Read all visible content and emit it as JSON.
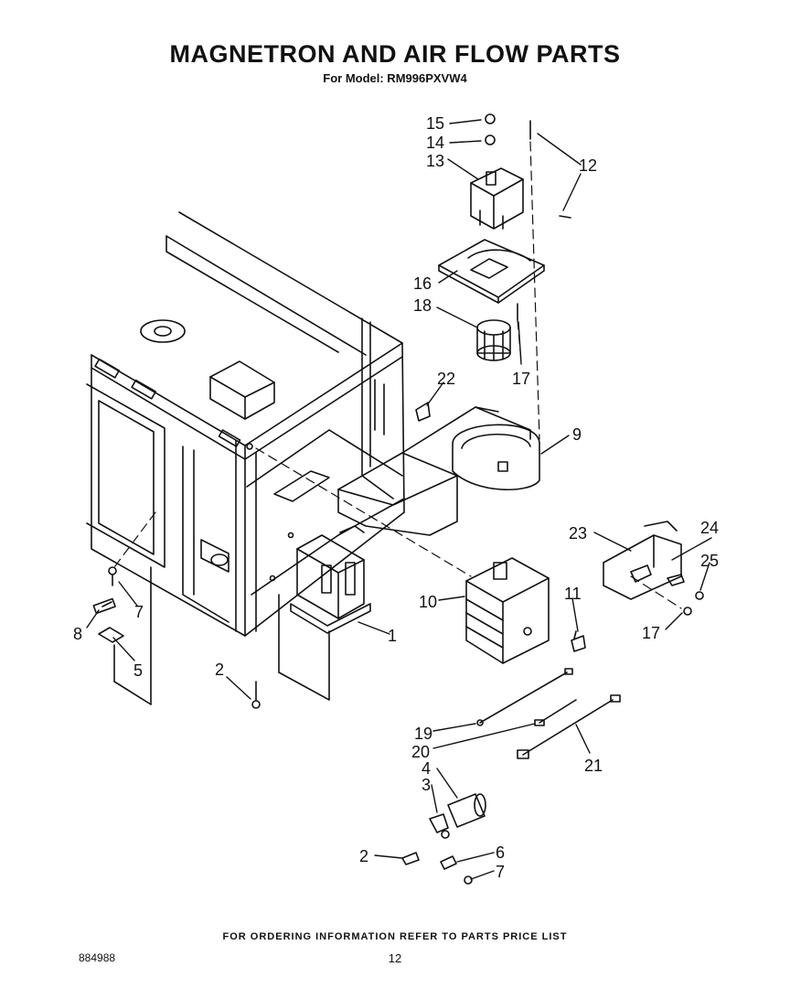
{
  "header": {
    "title": "MAGNETRON AND AIR FLOW PARTS",
    "model": "For Model: RM996PXVW4"
  },
  "callouts": [
    "15",
    "14",
    "13",
    "12",
    "16",
    "18",
    "17",
    "22",
    "9",
    "23",
    "24",
    "25",
    "17",
    "10",
    "11",
    "8",
    "7",
    "5",
    "2",
    "1",
    "19",
    "20",
    "21",
    "4",
    "3",
    "2",
    "6",
    "7"
  ],
  "footer": {
    "note": "FOR ORDERING INFORMATION REFER TO PARTS PRICE LIST",
    "doc_number": "884988",
    "page": "12"
  }
}
